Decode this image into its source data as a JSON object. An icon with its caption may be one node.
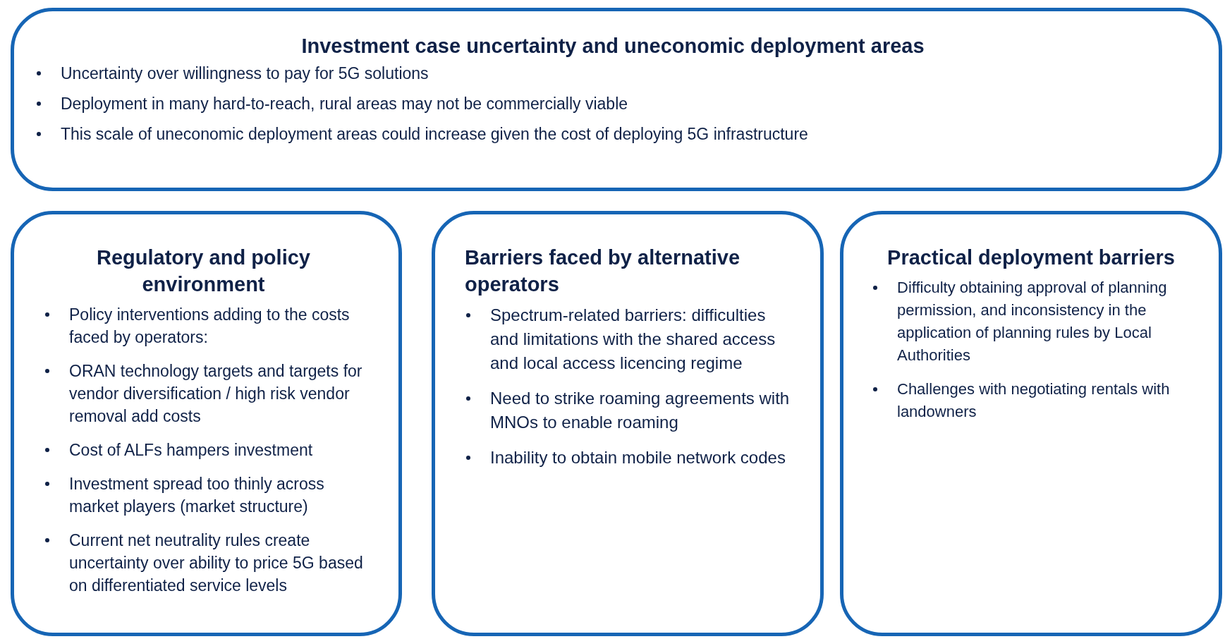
{
  "diagram": {
    "nodes": [
      {
        "text": [
          "Investment case uncertainty and uneconomic deployment areas",
          "Uncertainty over willingness to pay for 5G solutions",
          "Deployment in many hard-to-reach, rural areas may not be commercially viable",
          "This scale of uneconomic deployment areas could increase given the cost of deploying 5G infrastructure"
        ]
      },
      {
        "text": [
          "Regulatory and policy environment",
          "Policy interventions adding to the costs faced by operators:",
          "ORAN technology targets and targets for vendor diversification / high risk vendor removal add costs",
          "Cost of ALFs hampers investment",
          "Investment spread too thinly across market players (market structure)",
          "Current net neutrality rules create uncertainty over ability to price 5G based on differentiated service levels"
        ]
      },
      {
        "text": [
          "Barriers faced by alternative operators",
          "Spectrum-related barriers: difficulties and limitations with the shared access and local access licencing regime",
          "Need to strike roaming agreements with MNOs to enable roaming",
          "Inability to obtain mobile network codes"
        ]
      },
      {
        "text": [
          "Practical deployment barriers",
          "Difficulty obtaining approval of planning permission, and inconsistency in the application of planning rules by Local Authorities",
          "Challenges with negotiating rentals with landowners"
        ]
      }
    ]
  }
}
